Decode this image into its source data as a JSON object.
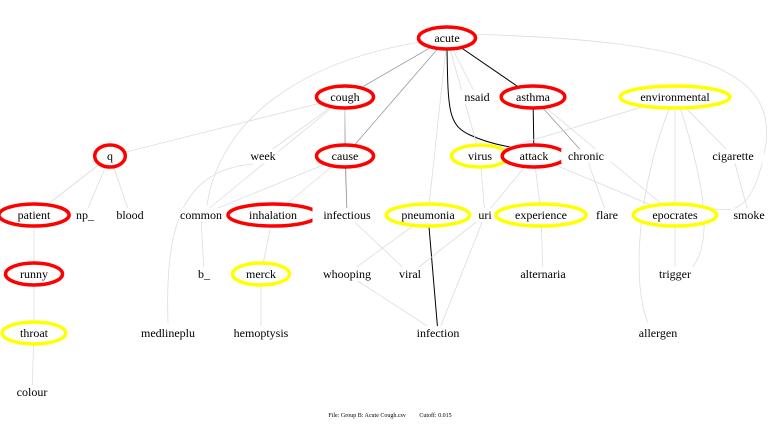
{
  "colors": {
    "red": "#ff0000",
    "yellow": "#ffff00",
    "edge_strong": "#000000",
    "edge_mid": "#999999",
    "edge_weak": "#dddddd"
  },
  "nodes": [
    {
      "id": "acute",
      "label": "acute",
      "ring": "red"
    },
    {
      "id": "cough",
      "label": "cough",
      "ring": "red"
    },
    {
      "id": "nsaid",
      "label": "nsaid",
      "ring": "none"
    },
    {
      "id": "asthma",
      "label": "asthma",
      "ring": "red"
    },
    {
      "id": "environmental",
      "label": "environmental",
      "ring": "yellow"
    },
    {
      "id": "q",
      "label": "q",
      "ring": "red"
    },
    {
      "id": "week",
      "label": "week",
      "ring": "none"
    },
    {
      "id": "cause",
      "label": "cause",
      "ring": "red"
    },
    {
      "id": "virus",
      "label": "virus",
      "ring": "yellow"
    },
    {
      "id": "attack",
      "label": "attack",
      "ring": "red"
    },
    {
      "id": "chronic",
      "label": "chronic",
      "ring": "none"
    },
    {
      "id": "cigarette",
      "label": "cigarette",
      "ring": "none"
    },
    {
      "id": "patient",
      "label": "patient",
      "ring": "red"
    },
    {
      "id": "np_",
      "label": "np_",
      "ring": "none"
    },
    {
      "id": "blood",
      "label": "blood",
      "ring": "none"
    },
    {
      "id": "common",
      "label": "common",
      "ring": "none"
    },
    {
      "id": "inhalation",
      "label": "inhalation",
      "ring": "red"
    },
    {
      "id": "infectious",
      "label": "infectious",
      "ring": "none"
    },
    {
      "id": "pneumonia",
      "label": "pneumonia",
      "ring": "yellow"
    },
    {
      "id": "uri",
      "label": "uri",
      "ring": "none"
    },
    {
      "id": "experience",
      "label": "experience",
      "ring": "yellow"
    },
    {
      "id": "flare",
      "label": "flare",
      "ring": "none"
    },
    {
      "id": "epocrates",
      "label": "epocrates",
      "ring": "yellow"
    },
    {
      "id": "smoke",
      "label": "smoke",
      "ring": "none"
    },
    {
      "id": "runny",
      "label": "runny",
      "ring": "red"
    },
    {
      "id": "b_",
      "label": "b_",
      "ring": "none"
    },
    {
      "id": "merck",
      "label": "merck",
      "ring": "yellow"
    },
    {
      "id": "whooping",
      "label": "whooping",
      "ring": "none"
    },
    {
      "id": "viral",
      "label": "viral",
      "ring": "none"
    },
    {
      "id": "alternaria",
      "label": "alternaria",
      "ring": "none"
    },
    {
      "id": "trigger",
      "label": "trigger",
      "ring": "none"
    },
    {
      "id": "throat",
      "label": "throat",
      "ring": "yellow"
    },
    {
      "id": "medlineplu",
      "label": "medlineplu",
      "ring": "none"
    },
    {
      "id": "hemoptysis",
      "label": "hemoptysis",
      "ring": "none"
    },
    {
      "id": "infection",
      "label": "infection",
      "ring": "none"
    },
    {
      "id": "allergen",
      "label": "allergen",
      "ring": "none"
    },
    {
      "id": "colour",
      "label": "colour",
      "ring": "none"
    }
  ],
  "edges": [
    [
      "acute",
      "cough",
      "mid"
    ],
    [
      "acute",
      "cause",
      "mid"
    ],
    [
      "acute",
      "asthma",
      "strong"
    ],
    [
      "acute",
      "attack",
      "strong"
    ],
    [
      "acute",
      "nsaid",
      "weak"
    ],
    [
      "acute",
      "virus",
      "weak"
    ],
    [
      "acute",
      "pneumonia",
      "weak"
    ],
    [
      "acute",
      "common",
      "weak"
    ],
    [
      "acute",
      "epocrates",
      "weak"
    ],
    [
      "cough",
      "q",
      "weak"
    ],
    [
      "cough",
      "cause",
      "mid"
    ],
    [
      "cough",
      "week",
      "weak"
    ],
    [
      "cough",
      "common",
      "weak"
    ],
    [
      "cough",
      "infectious",
      "weak"
    ],
    [
      "cause",
      "common",
      "weak"
    ],
    [
      "cause",
      "inhalation",
      "weak"
    ],
    [
      "cause",
      "infectious",
      "mid"
    ],
    [
      "asthma",
      "attack",
      "strong"
    ],
    [
      "asthma",
      "chronic",
      "mid"
    ],
    [
      "asthma",
      "epocrates",
      "weak"
    ],
    [
      "environmental",
      "virus",
      "weak"
    ],
    [
      "environmental",
      "epocrates",
      "weak"
    ],
    [
      "environmental",
      "cigarette",
      "weak"
    ],
    [
      "environmental",
      "allergen",
      "weak"
    ],
    [
      "environmental",
      "trigger",
      "weak"
    ],
    [
      "q",
      "patient",
      "weak"
    ],
    [
      "q",
      "np_",
      "weak"
    ],
    [
      "q",
      "blood",
      "weak"
    ],
    [
      "week",
      "medlineplu",
      "weak"
    ],
    [
      "attack",
      "uri",
      "weak"
    ],
    [
      "attack",
      "experience",
      "weak"
    ],
    [
      "attack",
      "epocrates",
      "weak"
    ],
    [
      "chronic",
      "flare",
      "weak"
    ],
    [
      "cigarette",
      "smoke",
      "weak"
    ],
    [
      "patient",
      "runny",
      "weak"
    ],
    [
      "runny",
      "throat",
      "weak"
    ],
    [
      "throat",
      "colour",
      "weak"
    ],
    [
      "common",
      "b_",
      "weak"
    ],
    [
      "inhalation",
      "merck",
      "weak"
    ],
    [
      "merck",
      "hemoptysis",
      "weak"
    ],
    [
      "pneumonia",
      "whooping",
      "weak"
    ],
    [
      "pneumonia",
      "infection",
      "strong"
    ],
    [
      "virus",
      "uri",
      "weak"
    ],
    [
      "uri",
      "infection",
      "weak"
    ],
    [
      "uri",
      "viral",
      "weak"
    ],
    [
      "infectious",
      "viral",
      "weak"
    ],
    [
      "whooping",
      "infection",
      "weak"
    ],
    [
      "experience",
      "alternaria",
      "weak"
    ],
    [
      "epocrates",
      "trigger",
      "weak"
    ]
  ],
  "footer": {
    "file": "File: Group B: Acute Cough.csv",
    "cutoff": "Cutoff: 0.015"
  }
}
